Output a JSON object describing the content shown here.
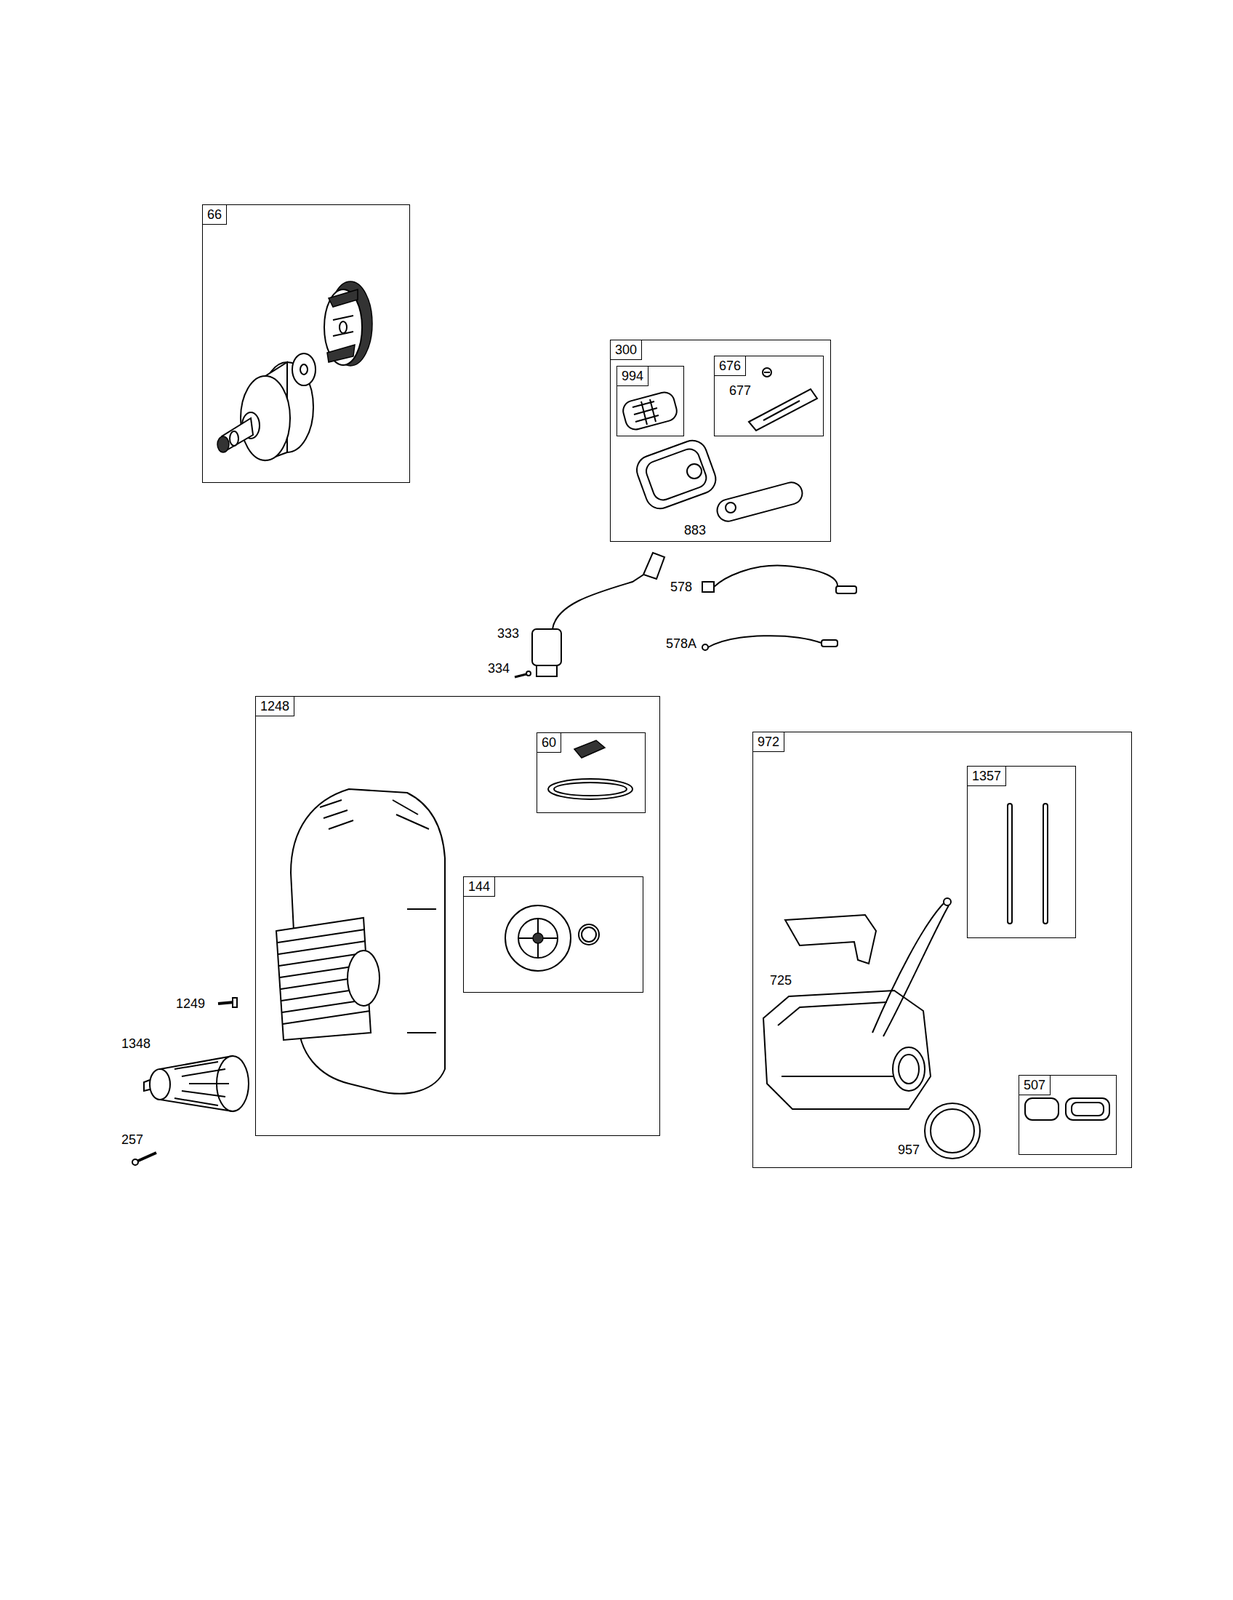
{
  "diagram": {
    "nodes": [
      {
        "text": [
          "66"
        ]
      },
      {
        "text": [
          "300",
          "883"
        ]
      },
      {
        "text": [
          "994"
        ],
        "in": 1
      },
      {
        "text": [
          "676",
          "677"
        ],
        "in": 1
      },
      {
        "text": [
          "1248"
        ]
      },
      {
        "text": [
          "60"
        ],
        "in": 4
      },
      {
        "text": [
          "144"
        ],
        "in": 4
      },
      {
        "text": [
          "972",
          "725",
          "957"
        ]
      },
      {
        "text": [
          "1357"
        ],
        "in": 7
      },
      {
        "text": [
          "507"
        ],
        "in": 7
      }
    ],
    "labels": [
      "578",
      "578A",
      "333",
      "334",
      "1249",
      "1348",
      "257"
    ]
  }
}
